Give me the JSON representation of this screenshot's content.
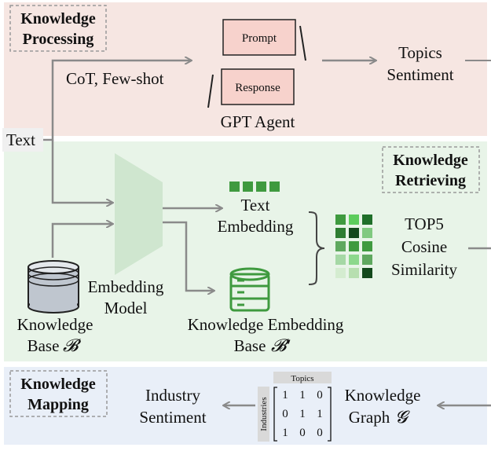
{
  "sections": {
    "processing": {
      "title_line1": "Knowledge",
      "title_line2": "Processing"
    },
    "retrieving": {
      "title_line1": "Knowledge",
      "title_line2": "Retrieving"
    },
    "mapping": {
      "title_line1": "Knowledge",
      "title_line2": "Mapping"
    }
  },
  "input": {
    "label": "Text"
  },
  "gpt": {
    "prompt_label": "Prompt",
    "response_label": "Response",
    "agent_label": "GPT Agent",
    "method_label": "CoT, Few-shot",
    "output_line1": "Topics",
    "output_line2": "Sentiment"
  },
  "embedding": {
    "model_line1": "Embedding",
    "model_line2": "Model",
    "text_emb_line1": "Text",
    "text_emb_line2": "Embedding",
    "kb_emb_line1": "Knowledge Embedding",
    "kb_emb_line2": "Base",
    "kb_emb_symbol": "𝓑′",
    "kb_line1": "Knowledge",
    "kb_line2": "Base",
    "kb_symbol": "𝓑"
  },
  "similarity": {
    "line1": "TOP5",
    "line2": "Cosine",
    "line3": "Similarity"
  },
  "mapping": {
    "matrix_col_header": "Topics",
    "matrix_row_header": "Industries",
    "matrix": [
      [
        "1",
        "1",
        "0"
      ],
      [
        "0",
        "1",
        "1"
      ],
      [
        "1",
        "0",
        "0"
      ]
    ],
    "graph_line1": "Knowledge",
    "graph_line2": "Graph",
    "graph_symbol": "𝓖",
    "output_line1": "Industry",
    "output_line2": "Sentiment"
  },
  "colors": {
    "processing_bg": "#f6e6e2",
    "retrieving_bg": "#e8f4e8",
    "mapping_bg": "#e9eff8",
    "box_fill": "#f7d2cc",
    "arrow": "#8a8a8a",
    "trapezoid": "#cfe6cf",
    "embed_green": "#3f9a3f",
    "db_gray": "#bfc6cf"
  }
}
